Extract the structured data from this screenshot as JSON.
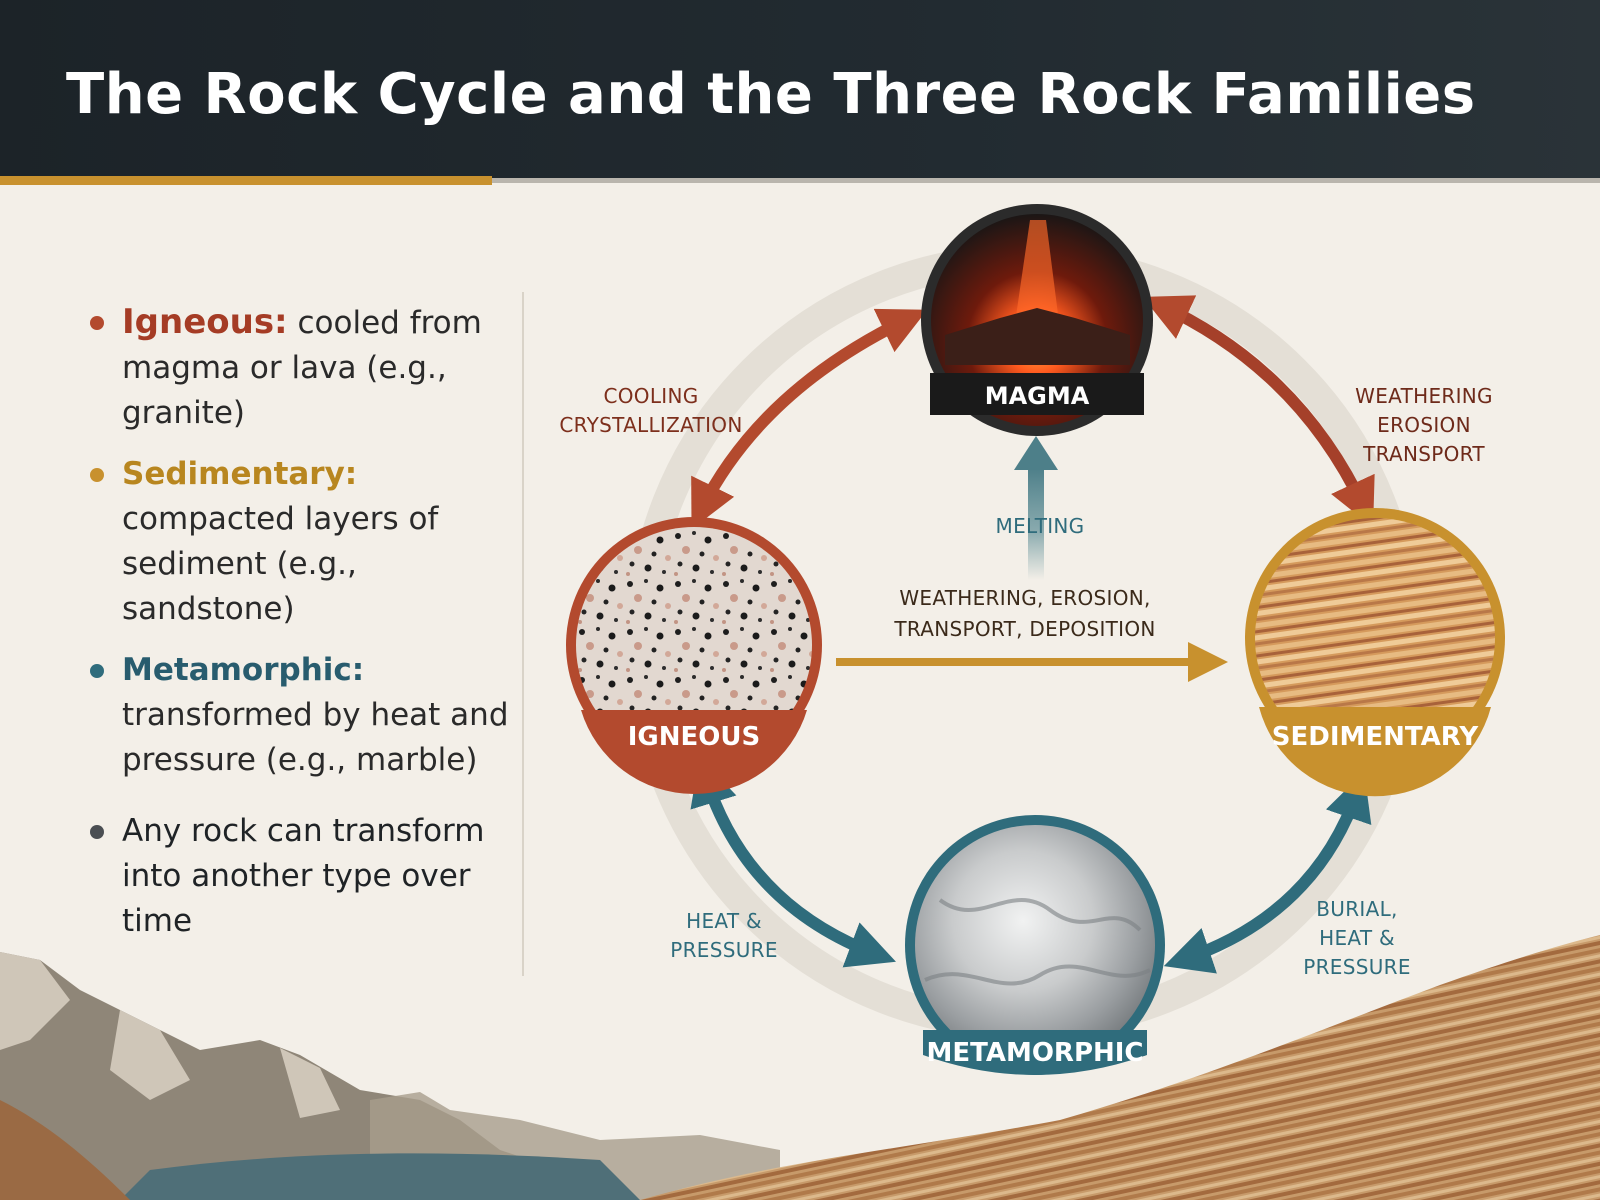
{
  "title": "The Rock Cycle and the Three Rock Families",
  "legend": {
    "igneous": {
      "term": "Igneous:",
      "desc": " cooled from magma or lava (e.g., granite)"
    },
    "sedimentary": {
      "term": "Sedimentary:",
      "desc": " compacted layers of sediment (e.g., sandstone)"
    },
    "metamorphic": {
      "term": "Metamorphic:",
      "desc": " transformed by heat and pressure (e.g., marble)"
    },
    "general": {
      "desc": "Any rock can transform into another type over time"
    }
  },
  "nodes": {
    "magma": "MAGMA",
    "igneous": "IGNEOUS",
    "sedimentary": "SEDIMENTARY",
    "metamorphic": "METAMORPHIC"
  },
  "processes": {
    "cooling": [
      "COOLING",
      "CRYSTALLIZATION"
    ],
    "weathering_top": [
      "WEATHERING",
      "EROSION",
      "TRANSPORT"
    ],
    "melting": "MELTING",
    "weathering_mid": [
      "WEATHERING, EROSION,",
      "TRANSPORT, DEPOSITION"
    ],
    "heat_pressure": [
      "HEAT &",
      "PRESSURE"
    ],
    "burial": [
      "BURIAL,",
      "HEAT &",
      "PRESSURE"
    ]
  },
  "colors": {
    "igneous": "#b34a2e",
    "sedimentary": "#c8912e",
    "metamorphic": "#2f6c7c",
    "magma": "#2b2b2b",
    "header": "#1f272c"
  }
}
